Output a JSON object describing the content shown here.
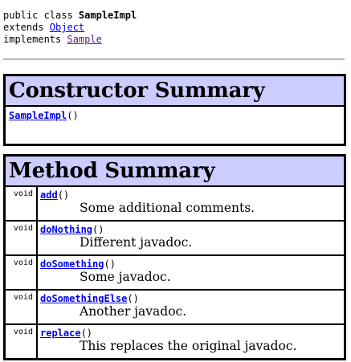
{
  "declaration": {
    "line1_prefix": "public class ",
    "class_name": "SampleImpl",
    "line2_prefix": "extends ",
    "superclass": "Object",
    "line3_prefix": "implements ",
    "interface": "Sample"
  },
  "constructor_summary": {
    "title": "Constructor Summary",
    "constructors": [
      {
        "name": "SampleImpl",
        "params": "()"
      }
    ]
  },
  "method_summary": {
    "title": "Method Summary",
    "methods": [
      {
        "type": "void",
        "name": "add",
        "params": "()",
        "comment": "Some additional comments."
      },
      {
        "type": "void",
        "name": "doNothing",
        "params": "()",
        "comment": "Different javadoc."
      },
      {
        "type": "void",
        "name": "doSomething",
        "params": "()",
        "comment": "Some javadoc."
      },
      {
        "type": "void",
        "name": "doSomethingElse",
        "params": "()",
        "comment": "Another javadoc."
      },
      {
        "type": "void",
        "name": "replace",
        "params": "()",
        "comment": "This replaces the original javadoc."
      }
    ]
  },
  "colors": {
    "header_background": "#ccccff",
    "link": "#0000ee",
    "visited_link": "#551a8b"
  }
}
